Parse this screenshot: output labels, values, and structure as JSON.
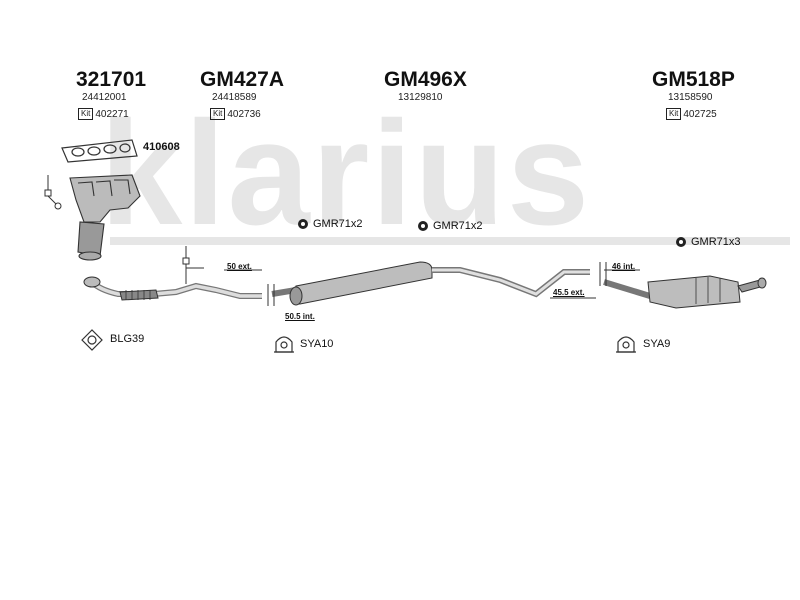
{
  "watermark": "klarius",
  "groups": [
    {
      "part_number": "321701",
      "oe_number": "24412001",
      "kit_number": "402271"
    },
    {
      "part_number": "GM427A",
      "oe_number": "24418589",
      "kit_number": "402736"
    },
    {
      "part_number": "GM496X",
      "oe_number": "13129810"
    },
    {
      "part_number": "GM518P",
      "oe_number": "13158590",
      "kit_number": "402725"
    }
  ],
  "kit_prefix": "Kit",
  "gasket_label": "410608",
  "clamps": [
    {
      "label": "GMR71x2"
    },
    {
      "label": "GMR71x2"
    },
    {
      "label": "GMR71x3"
    }
  ],
  "fittings": {
    "gasket_blg": "BLG39",
    "mount_sya10": "SYA10",
    "mount_sya9": "SYA9"
  },
  "dimensions": {
    "d1": "50 ext.",
    "d2": "50.5 int.",
    "d3": "46 int.",
    "d4": "45.5 ext."
  }
}
